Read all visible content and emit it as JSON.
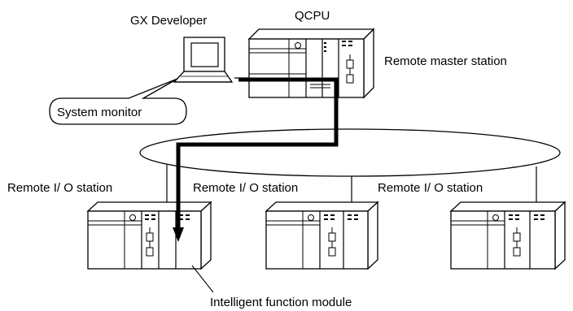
{
  "labels": {
    "gx_developer": "GX Developer",
    "qcpu": "QCPU",
    "remote_master_station": "Remote master station",
    "system_monitor": "System monitor",
    "remote_io_station_1": "Remote I/ O station",
    "remote_io_station_2": "Remote I/ O station",
    "remote_io_station_3": "Remote I/ O station",
    "intelligent_function_module": "Intelligent function module"
  }
}
